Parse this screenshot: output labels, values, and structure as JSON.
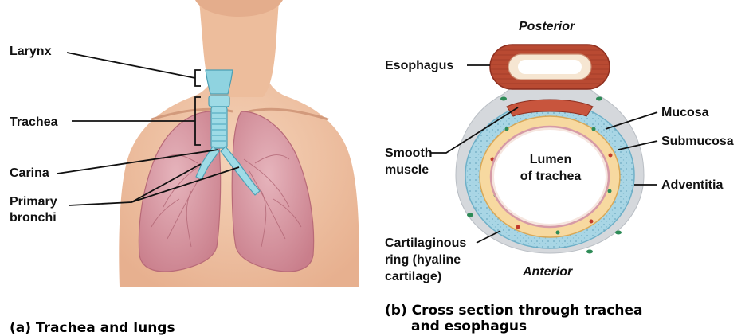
{
  "panel_a": {
    "labels": {
      "larynx": "Larynx",
      "trachea": "Trachea",
      "carina": "Carina",
      "primary_bronchi_1": "Primary",
      "primary_bronchi_2": "bronchi"
    },
    "caption": "(a) Trachea and lungs"
  },
  "panel_b": {
    "labels": {
      "posterior": "Posterior",
      "anterior": "Anterior",
      "esophagus": "Esophagus",
      "mucosa": "Mucosa",
      "submucosa": "Submucosa",
      "adventitia": "Adventitia",
      "smooth_muscle_1": "Smooth",
      "smooth_muscle_2": "muscle",
      "lumen_1": "Lumen",
      "lumen_2": "of trachea",
      "cartilage_1": "Cartilaginous",
      "cartilage_2": "ring (hyaline",
      "cartilage_3": "cartilage)"
    },
    "caption_1": "(b) Cross section through trachea",
    "caption_2": "and esophagus"
  },
  "colors": {
    "skin": "#f2c6a6",
    "lung": "#d79aa4",
    "airway": "#8fd3e0",
    "esophagus": "#b94a32",
    "adventitia": "#a9d6e5",
    "submucosa": "#f7d9a0",
    "outer_tissue": "#d5d8dc"
  }
}
